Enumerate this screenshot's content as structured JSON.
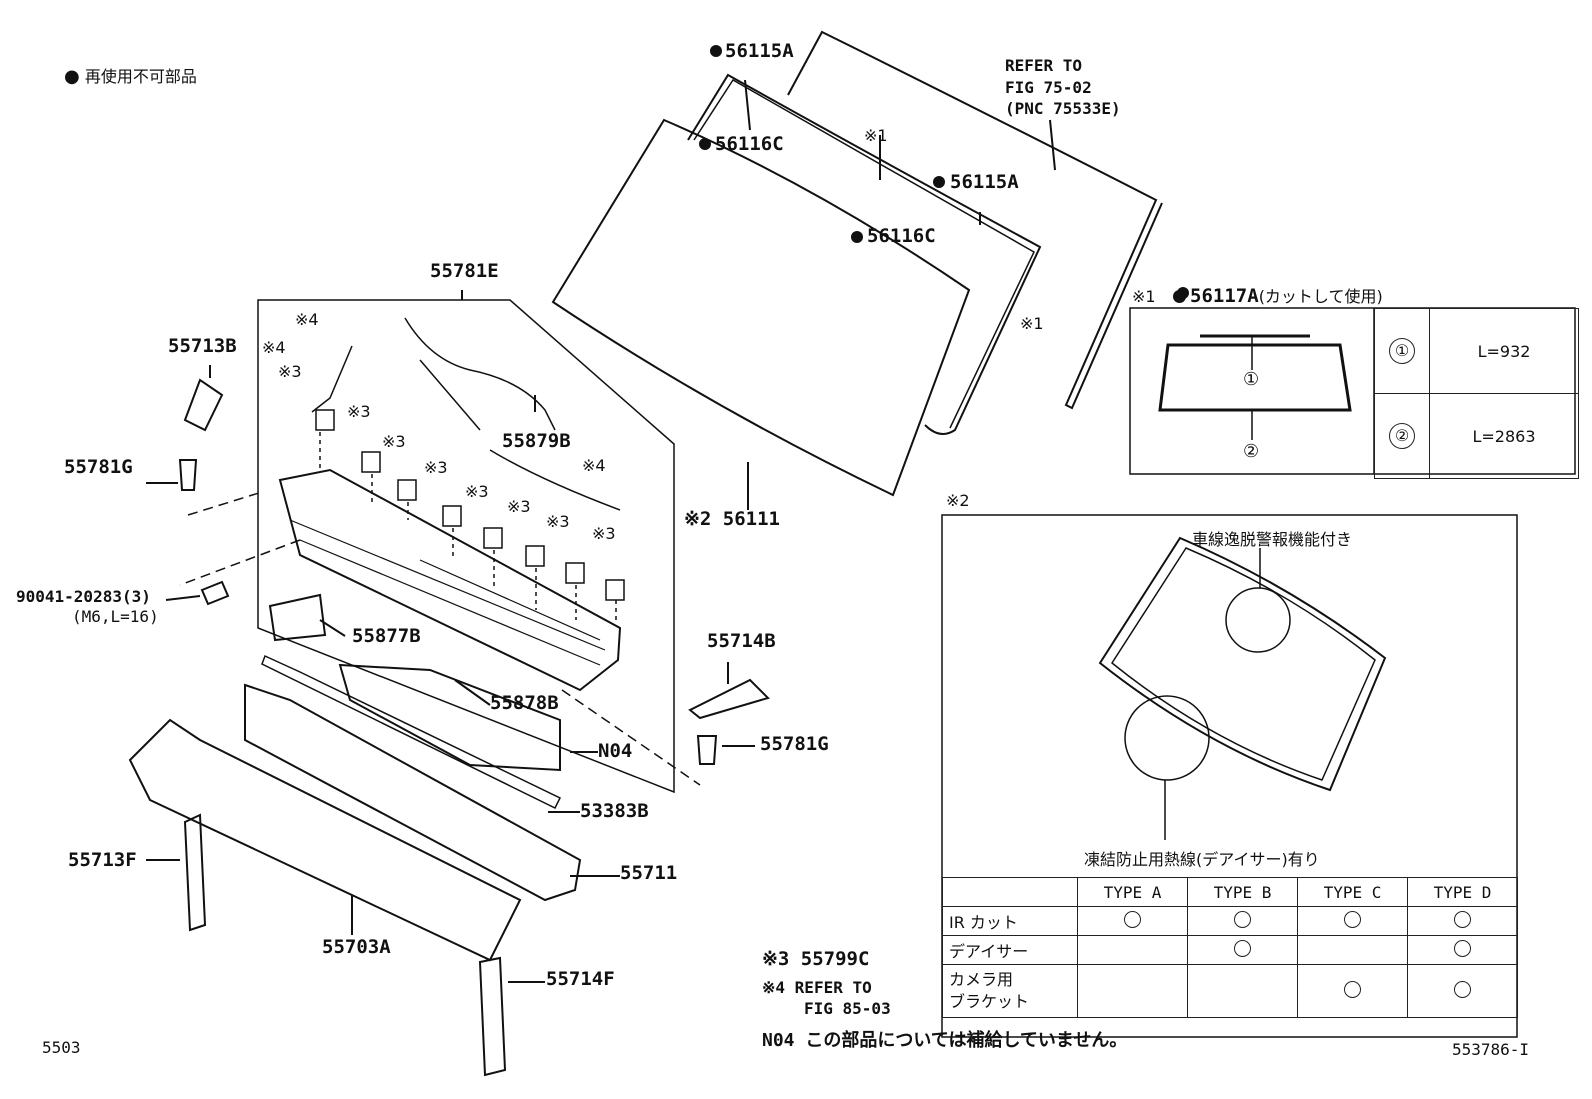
{
  "legend": {
    "marker": "●",
    "text": "再使用不可部品"
  },
  "callouts": {
    "p56115A_top": "56115A",
    "p56116C_top": "56116C",
    "p56115A_mid": "56115A",
    "p56116C_mid": "56116C",
    "refer_fig_1": "REFER TO",
    "refer_fig_2": "FIG 75-02",
    "refer_fig_3": "(PNC 75533E)",
    "note1_a": "※1",
    "note1_b": "※1",
    "p55781E": "55781E",
    "note4_a": "※4",
    "note4_b": "※4",
    "note4_c": "※4",
    "p55713B": "55713B",
    "note3_a": "※3",
    "note3_b": "※3",
    "note3_c": "※3",
    "note3_d": "※3",
    "note3_e": "※3",
    "note3_f": "※3",
    "note3_g": "※3",
    "note3_h": "※3",
    "p55879B": "55879B",
    "p55781G_left": "55781G",
    "p56111": "※2 56111",
    "bolt": "90041-20283(3)",
    "bolt_spec": "(M6,L=16)",
    "p55877B": "55877B",
    "p55878B": "55878B",
    "p55714B": "55714B",
    "pN04": "N04",
    "p55781G_right": "55781G",
    "p53383B": "53383B",
    "p55713F": "55713F",
    "p55711": "55711",
    "p55703A": "55703A",
    "p55714F": "55714F"
  },
  "molding_box": {
    "header_note": "※1",
    "header_part": "56117A",
    "header_suffix": "(カットして使用)",
    "rows": [
      {
        "num": "①",
        "length": "L=932"
      },
      {
        "num": "②",
        "length": "L=2863"
      }
    ]
  },
  "windshield_box": {
    "note": "※2",
    "feature_top": "車線逸脱警報機能付き",
    "feature_bottom": "凍結防止用熱線(デアイサー)有り",
    "columns": [
      "TYPE A",
      "TYPE B",
      "TYPE C",
      "TYPE D"
    ],
    "rows": [
      {
        "label": "IR カット",
        "marks": [
          true,
          true,
          true,
          true
        ]
      },
      {
        "label": "デアイサー",
        "marks": [
          false,
          true,
          false,
          true
        ]
      },
      {
        "label": "カメラ用\nブラケット",
        "marks": [
          false,
          false,
          true,
          true
        ]
      }
    ]
  },
  "footnotes": {
    "n3": "※3  55799C",
    "n4_a": "※4  REFER TO",
    "n4_b": "FIG 85-03",
    "n04": "N04  この部品については補給していません。"
  },
  "page_code_left": "5503",
  "page_code_right": "553786-I"
}
